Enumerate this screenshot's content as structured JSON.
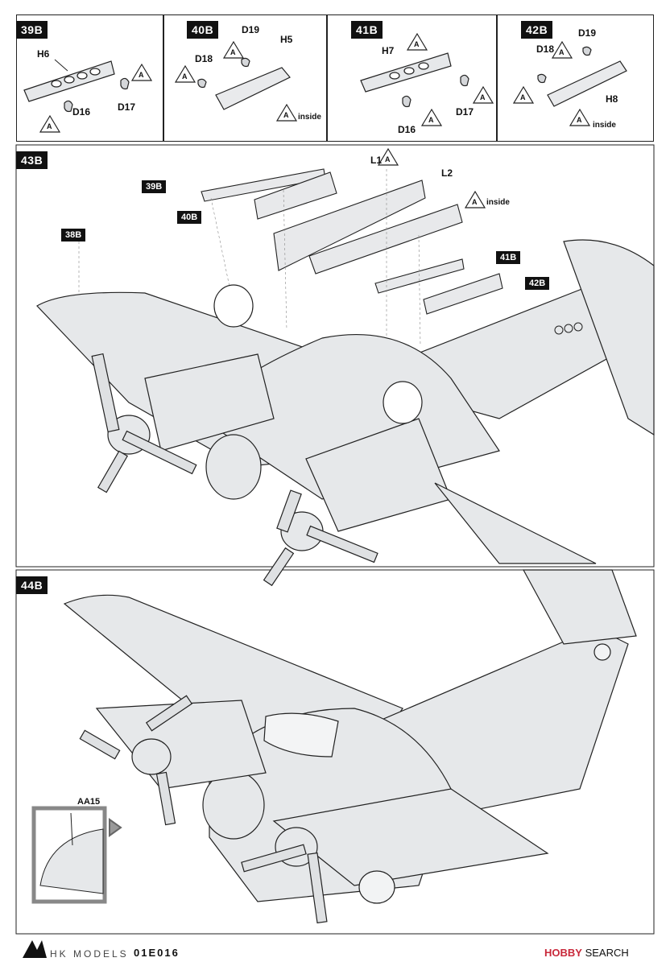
{
  "steps": {
    "s39": "39B",
    "s40": "40B",
    "s41": "41B",
    "s42": "42B",
    "s43": "43B",
    "s44": "44B"
  },
  "parts": {
    "h6": "H6",
    "d16": "D16",
    "d17": "D17",
    "d18": "D18",
    "d19": "D19",
    "h5": "H5",
    "h7": "H7",
    "h8": "H8",
    "l1": "L1",
    "l2": "L2",
    "aa15": "AA15",
    "a": "A"
  },
  "notes": {
    "inside": "inside"
  },
  "subs": {
    "s38": "38B",
    "s39": "39B",
    "s40": "40B",
    "s41": "41B",
    "s42": "42B"
  },
  "footer": {
    "brand": "HK MODELS",
    "code": "01E016",
    "watermark_a": "HOBBY",
    "watermark_b": " SEARCH"
  }
}
